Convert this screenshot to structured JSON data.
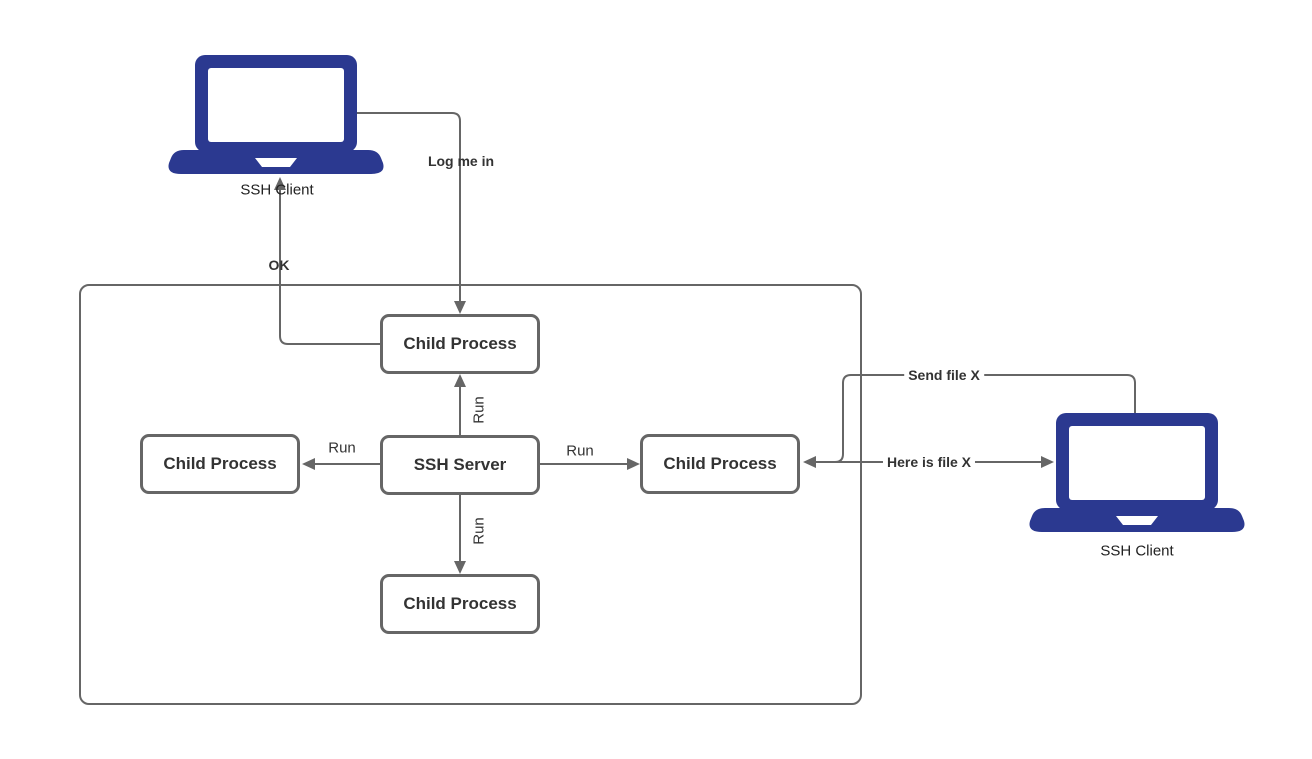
{
  "colors": {
    "laptop": "#2b3990",
    "line": "#666666",
    "box_border": "#666666",
    "ink": "#333333"
  },
  "nodes": {
    "child_top": {
      "label": "Child Process"
    },
    "child_left": {
      "label": "Child Process"
    },
    "server": {
      "label": "SSH Server"
    },
    "child_right": {
      "label": "Child Process"
    },
    "child_bottom": {
      "label": "Child Process"
    },
    "client_left": {
      "label": "SSH Client"
    },
    "client_right": {
      "label": "SSH Client"
    }
  },
  "edges": {
    "log_me_in": {
      "label": "Log me in"
    },
    "ok": {
      "label": "OK"
    },
    "run_up": {
      "label": "Run"
    },
    "run_left": {
      "label": "Run"
    },
    "run_right": {
      "label": "Run"
    },
    "run_down": {
      "label": "Run"
    },
    "send_file": {
      "label": "Send file X"
    },
    "here_is_file": {
      "label": "Here is file X"
    }
  }
}
